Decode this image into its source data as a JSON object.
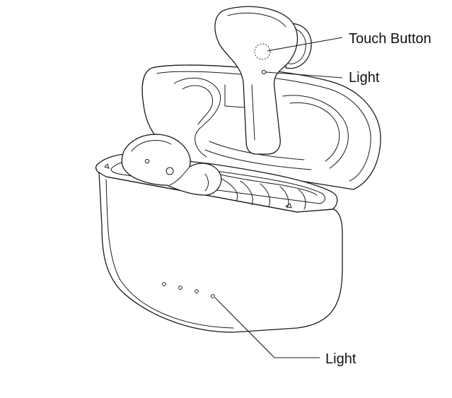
{
  "callouts": {
    "touch_button": "Touch Button",
    "light_top": "Light",
    "light_bottom": "Light"
  },
  "colors": {
    "ink": "#1a1a1a",
    "background": "#ffffff"
  }
}
